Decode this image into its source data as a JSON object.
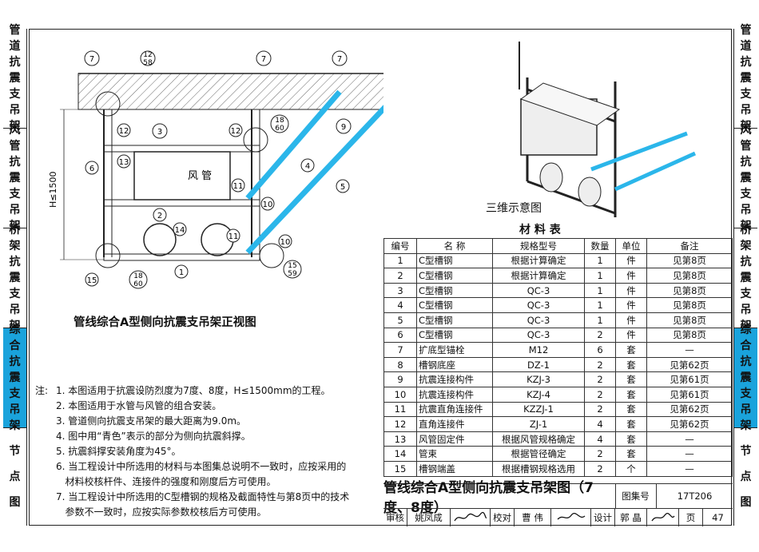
{
  "side_tabs": {
    "left": [
      {
        "label": "管道抗震支吊架",
        "active": false
      },
      {
        "label": "风管抗震支吊架",
        "active": false
      },
      {
        "label": "桥架抗震支吊架",
        "active": false
      },
      {
        "label": "综合抗震支吊架",
        "active": true
      },
      {
        "label": "节点图",
        "active": false
      }
    ],
    "right": [
      {
        "label": "管道抗震支吊架",
        "active": false
      },
      {
        "label": "风管抗震支吊架",
        "active": false
      },
      {
        "label": "桥架抗震支吊架",
        "active": false
      },
      {
        "label": "综合抗震支吊架",
        "active": true
      },
      {
        "label": "节点图",
        "active": false
      }
    ]
  },
  "front_view": {
    "caption": "管线综合A型侧向抗震支吊架正视图",
    "duct_label": "风 管",
    "height_label": "H≤1500",
    "callouts": [
      "7",
      "12",
      "58",
      "7",
      "7",
      "7",
      "18",
      "60",
      "3",
      "9",
      "10",
      "58",
      "9",
      "12",
      "12",
      "6",
      "13",
      "4",
      "5",
      "11",
      "10",
      "2",
      "14",
      "11",
      "10",
      "15",
      "59",
      "1",
      "15",
      "18",
      "60"
    ]
  },
  "iso_view": {
    "caption": "三维示意图"
  },
  "material_table": {
    "title": "材 料 表",
    "headers": [
      "编号",
      "名 称",
      "规格型号",
      "数量",
      "单位",
      "备注"
    ],
    "rows": [
      [
        "1",
        "C型槽钢",
        "根据计算确定",
        "1",
        "件",
        "见第8页"
      ],
      [
        "2",
        "C型槽钢",
        "根据计算确定",
        "1",
        "件",
        "见第8页"
      ],
      [
        "3",
        "C型槽钢",
        "QC-3",
        "1",
        "件",
        "见第8页"
      ],
      [
        "4",
        "C型槽钢",
        "QC-3",
        "1",
        "件",
        "见第8页"
      ],
      [
        "5",
        "C型槽钢",
        "QC-3",
        "1",
        "件",
        "见第8页"
      ],
      [
        "6",
        "C型槽钢",
        "QC-3",
        "2",
        "件",
        "见第8页"
      ],
      [
        "7",
        "扩底型锚栓",
        "M12",
        "6",
        "套",
        "—"
      ],
      [
        "8",
        "槽钢底座",
        "DZ-1",
        "2",
        "套",
        "见第62页"
      ],
      [
        "9",
        "抗震连接构件",
        "KZJ-3",
        "2",
        "套",
        "见第61页"
      ],
      [
        "10",
        "抗震连接构件",
        "KZJ-4",
        "2",
        "套",
        "见第61页"
      ],
      [
        "11",
        "抗震直角连接件",
        "KZZJ-1",
        "2",
        "套",
        "见第62页"
      ],
      [
        "12",
        "直角连接件",
        "ZJ-1",
        "4",
        "套",
        "见第62页"
      ],
      [
        "13",
        "风管固定件",
        "根据风管规格确定",
        "4",
        "套",
        "—"
      ],
      [
        "14",
        "管束",
        "根据管径确定",
        "2",
        "套",
        "—"
      ],
      [
        "15",
        "槽钢端盖",
        "根据槽钢规格选用",
        "2",
        "个",
        "—"
      ]
    ]
  },
  "notes": {
    "prefix": "注:",
    "items": [
      "1. 本图适用于抗震设防烈度为7度、8度，H≤1500mm的工程。",
      "2. 本图适用于水管与风管的组合安装。",
      "3. 管道侧向抗震支吊架的最大距离为9.0m。",
      "4. 图中用“青色”表示的部分为侧向抗震斜撑。",
      "5. 抗震斜撑安装角度为45°。",
      "6. 当工程设计中所选用的材料与本图集总说明不一致时，应按采用的",
      "   材料校核杆件、连接件的强度和刚度后方可使用。",
      "7. 当工程设计中所选用的C型槽钢的规格及截面特性与第8页中的技术",
      "   参数不一致时，应按实际参数校核后方可使用。"
    ]
  },
  "title_block": {
    "title": "管线综合A型侧向抗震支吊架图（7度、8度）",
    "atlas_label": "图集号",
    "atlas_no": "17T206",
    "review_label": "审核",
    "review_name": "姚凤成",
    "check_label": "校对",
    "check_name": "曹 伟",
    "design_label": "设计",
    "design_name": "郭 晶",
    "page_label": "页",
    "page_no": "47"
  }
}
